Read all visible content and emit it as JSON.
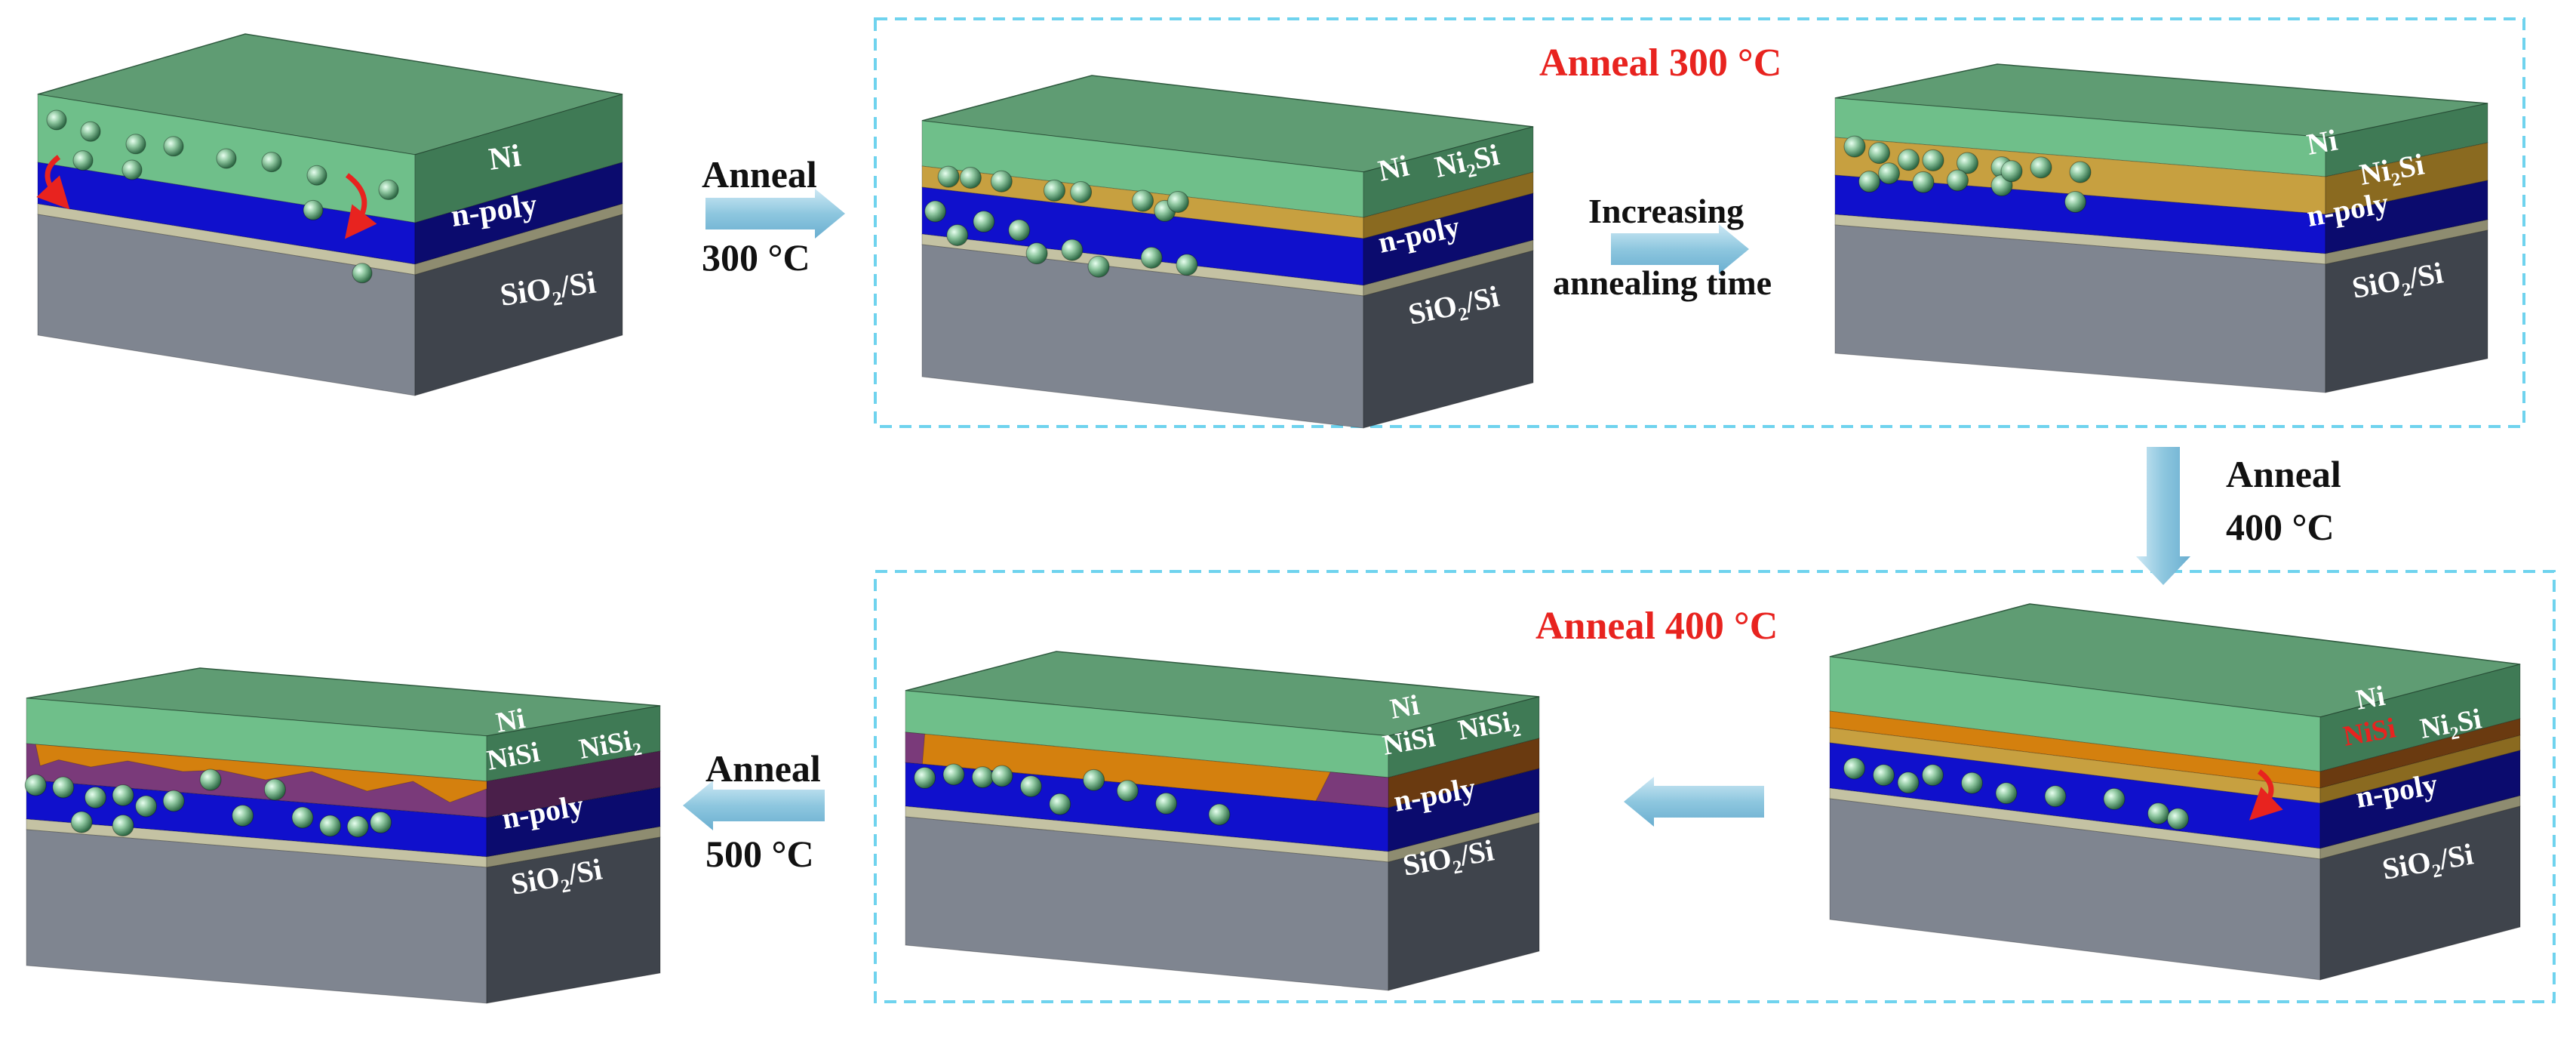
{
  "arrows": {
    "a1": {
      "line1": "Anneal",
      "line2": "300 °C"
    },
    "a2": {
      "line1": "Increasing",
      "line2": "annealing time"
    },
    "a3": {
      "line1": "Anneal",
      "line2": "400 °C"
    },
    "a4": {
      "line1": "Anneal",
      "line2": "500 °C"
    }
  },
  "boxes": {
    "top_title": "Anneal 300 °C",
    "bottom_title": "Anneal 400 °C"
  },
  "labels": {
    "ni": "Ni",
    "npoly": "n-poly",
    "ni2si": "Ni",
    "ni2si_sub": "2",
    "ni2si_tail": "Si",
    "sio2": "SiO",
    "sio2_sub": "2",
    "sio2_tail": "/Si",
    "nisi": "NiSi",
    "nisi2": "NiSi",
    "nisi2_sub": "2"
  },
  "colors": {
    "ni_top": "#5f9c73",
    "ni_front": "#6fbf8a",
    "ni_side": "#3f7a55",
    "ni2si": "#c7a040",
    "nisi": "#d4800e",
    "nisi2": "#7a3a7a",
    "npoly": "#1414c8",
    "oxide": "#b8b89a",
    "substrate": "#8a8f98",
    "substrate_side": "#3f444c",
    "accent_red": "#e8231f",
    "dash": "#6fd3ee",
    "arrow": "#8ec7df"
  }
}
